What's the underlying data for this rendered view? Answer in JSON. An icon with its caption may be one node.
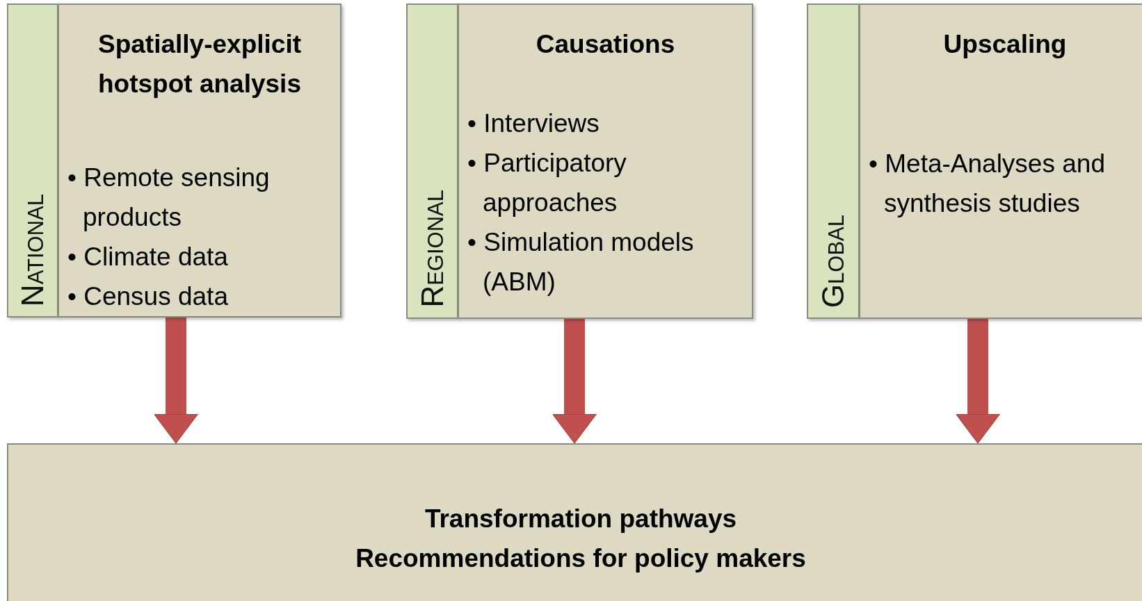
{
  "diagram": {
    "nodes": [
      {
        "text": [
          "National"
        ]
      },
      {
        "text": [
          "Spatially-explicit hotspot analysis",
          "• Remote sensing products",
          "• Climate data",
          "• Census data"
        ]
      },
      {
        "text": [
          "Regional"
        ]
      },
      {
        "text": [
          "Causations",
          "• Interviews",
          "• Participatory approaches",
          "• Simulation models (ABM)"
        ]
      },
      {
        "text": [
          "Global"
        ]
      },
      {
        "text": [
          "Upscaling",
          "• Meta-Analyses and synthesis studies"
        ]
      },
      {
        "text": [
          "Transformation pathways",
          "Recommendations for policy makers"
        ]
      }
    ],
    "edges": [
      {
        "from": 1,
        "to": 6,
        "arrow": "to"
      },
      {
        "from": 3,
        "to": 6,
        "arrow": "to"
      },
      {
        "from": 5,
        "to": 6,
        "arrow": "to"
      }
    ]
  }
}
